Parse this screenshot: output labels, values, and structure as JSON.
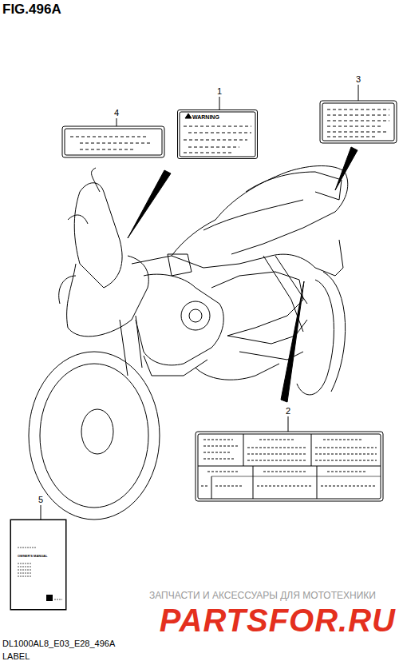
{
  "diagram": {
    "title": "FIG.496A",
    "nodes": [
      {
        "text": [
          "WARNING"
        ]
      },
      {
        "text": [
          "OWNER'S MANUAL"
        ]
      }
    ],
    "labels": [
      "1",
      "2",
      "3",
      "4",
      "5",
      "ЗАПЧАСТИ И АКСЕССУАРЫ ДЛЯ МОТОТЕХНИКИ",
      "PARTSFOR.RU",
      "DL1000AL8_E03_E28_496A",
      "LABEL"
    ]
  }
}
